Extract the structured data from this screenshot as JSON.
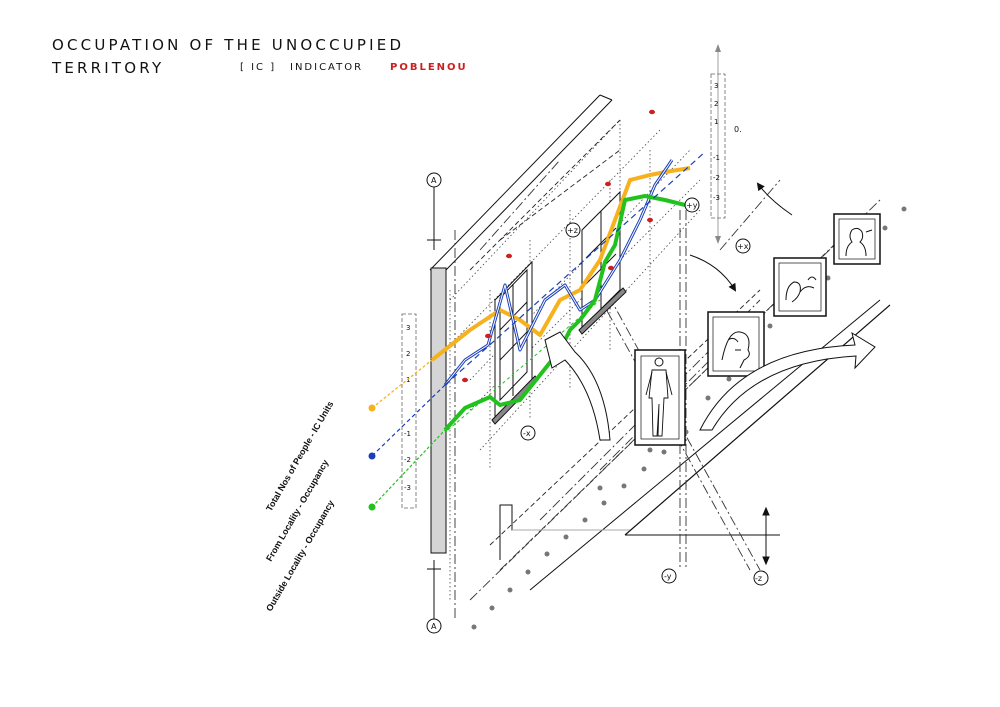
{
  "title": {
    "line1": "OCCUPATION OF THE UNOCCUPIED",
    "line2": "TERRITORY",
    "tag": "[ IC ]",
    "indicator": "INDICATOR",
    "place": "POBLENOU"
  },
  "legend": {
    "total": "Total Nos of People - IC Units",
    "from_locality": "From Locality - Occupancy",
    "outside_locality": "Outside Locality - Occupancy"
  },
  "axes": {
    "plus_z": "+z",
    "plus_y": "+y",
    "plus_x": "+x",
    "minus_x": "-x",
    "minus_y": "-y",
    "minus_z": "-z",
    "section_top": "A",
    "section_bottom": "A",
    "zero": "0."
  },
  "scale_left": [
    "3",
    "2",
    "1",
    "-1",
    "-2",
    "-3"
  ],
  "scale_right": [
    "3",
    "2",
    "1",
    "-1",
    "-2",
    "-3"
  ],
  "colors": {
    "total": "#f5b21e",
    "from_locality": "#1a3fb8",
    "outside_locality": "#22c21e",
    "accent_red": "#cc1f1f",
    "ink": "#111111"
  },
  "icons": [
    "figure-icon",
    "portrait-icon",
    "curved-arrow-icon"
  ]
}
